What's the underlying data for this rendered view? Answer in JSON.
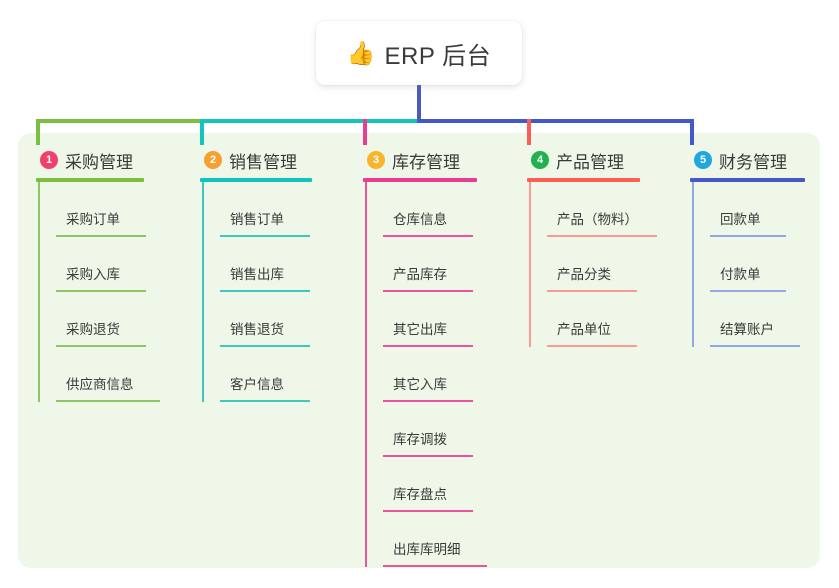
{
  "root": {
    "icon": "thumbs-up-icon",
    "emoji": "👍",
    "title": "ERP 后台"
  },
  "theme": {
    "panel_bg": "#eef7e8",
    "page_bg": "#ffffff",
    "text": "#3a3a3a",
    "trunk": "#4a5bc0"
  },
  "columns": [
    {
      "number": "1",
      "title": "采购管理",
      "badge_color": "#f2406c",
      "accent": "#7cbe42",
      "leaf_accent": "#8cc665",
      "rule_width": 108,
      "items": [
        {
          "label": "采购订单",
          "rule_width": 90
        },
        {
          "label": "采购入库",
          "rule_width": 90
        },
        {
          "label": "采购退货",
          "rule_width": 90
        },
        {
          "label": "供应商信息",
          "rule_width": 104
        }
      ]
    },
    {
      "number": "2",
      "title": "销售管理",
      "badge_color": "#f5a030",
      "accent": "#13c3bd",
      "leaf_accent": "#43c6bd",
      "rule_width": 112,
      "items": [
        {
          "label": "销售订单",
          "rule_width": 90
        },
        {
          "label": "销售出库",
          "rule_width": 90
        },
        {
          "label": "销售退货",
          "rule_width": 90
        },
        {
          "label": "客户信息",
          "rule_width": 90
        }
      ]
    },
    {
      "number": "3",
      "title": "库存管理",
      "badge_color": "#f7b42c",
      "accent": "#ea3c95",
      "leaf_accent": "#e8549d",
      "rule_width": 114,
      "items": [
        {
          "label": "仓库信息",
          "rule_width": 90
        },
        {
          "label": "产品库存",
          "rule_width": 90
        },
        {
          "label": "其它出库",
          "rule_width": 90
        },
        {
          "label": "其它入库",
          "rule_width": 90
        },
        {
          "label": "库存调拨",
          "rule_width": 90
        },
        {
          "label": "库存盘点",
          "rule_width": 90
        },
        {
          "label": "出库库明细",
          "rule_width": 104
        }
      ]
    },
    {
      "number": "4",
      "title": "产品管理",
      "badge_color": "#22b14c",
      "accent": "#fb5e54",
      "leaf_accent": "#f99b92",
      "rule_width": 113,
      "items": [
        {
          "label": "产品（物料）",
          "rule_width": 110
        },
        {
          "label": "产品分类",
          "rule_width": 90
        },
        {
          "label": "产品单位",
          "rule_width": 90
        }
      ]
    },
    {
      "number": "5",
      "title": "财务管理",
      "badge_color": "#1fa8e0",
      "accent": "#4358c9",
      "leaf_accent": "#93a8e0",
      "rule_width": 115,
      "items": [
        {
          "label": "回款单",
          "rule_width": 76
        },
        {
          "label": "付款单",
          "rule_width": 76
        },
        {
          "label": "结算账户",
          "rule_width": 90
        }
      ]
    }
  ]
}
